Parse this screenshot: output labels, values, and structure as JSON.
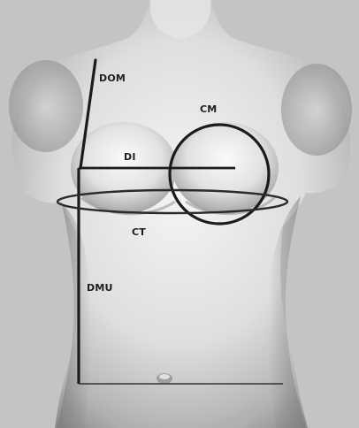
{
  "labels": {
    "dom": "DOM",
    "cm": "CM",
    "di": "DI",
    "ct": "CT",
    "dmu": "DMU"
  },
  "colors": {
    "background": "#c4c4c4",
    "skin_light": "#f8f8f8",
    "skin_mid": "#d2d2d2",
    "skin_dark": "#8d8d8d",
    "line": "#1b1b1b"
  }
}
